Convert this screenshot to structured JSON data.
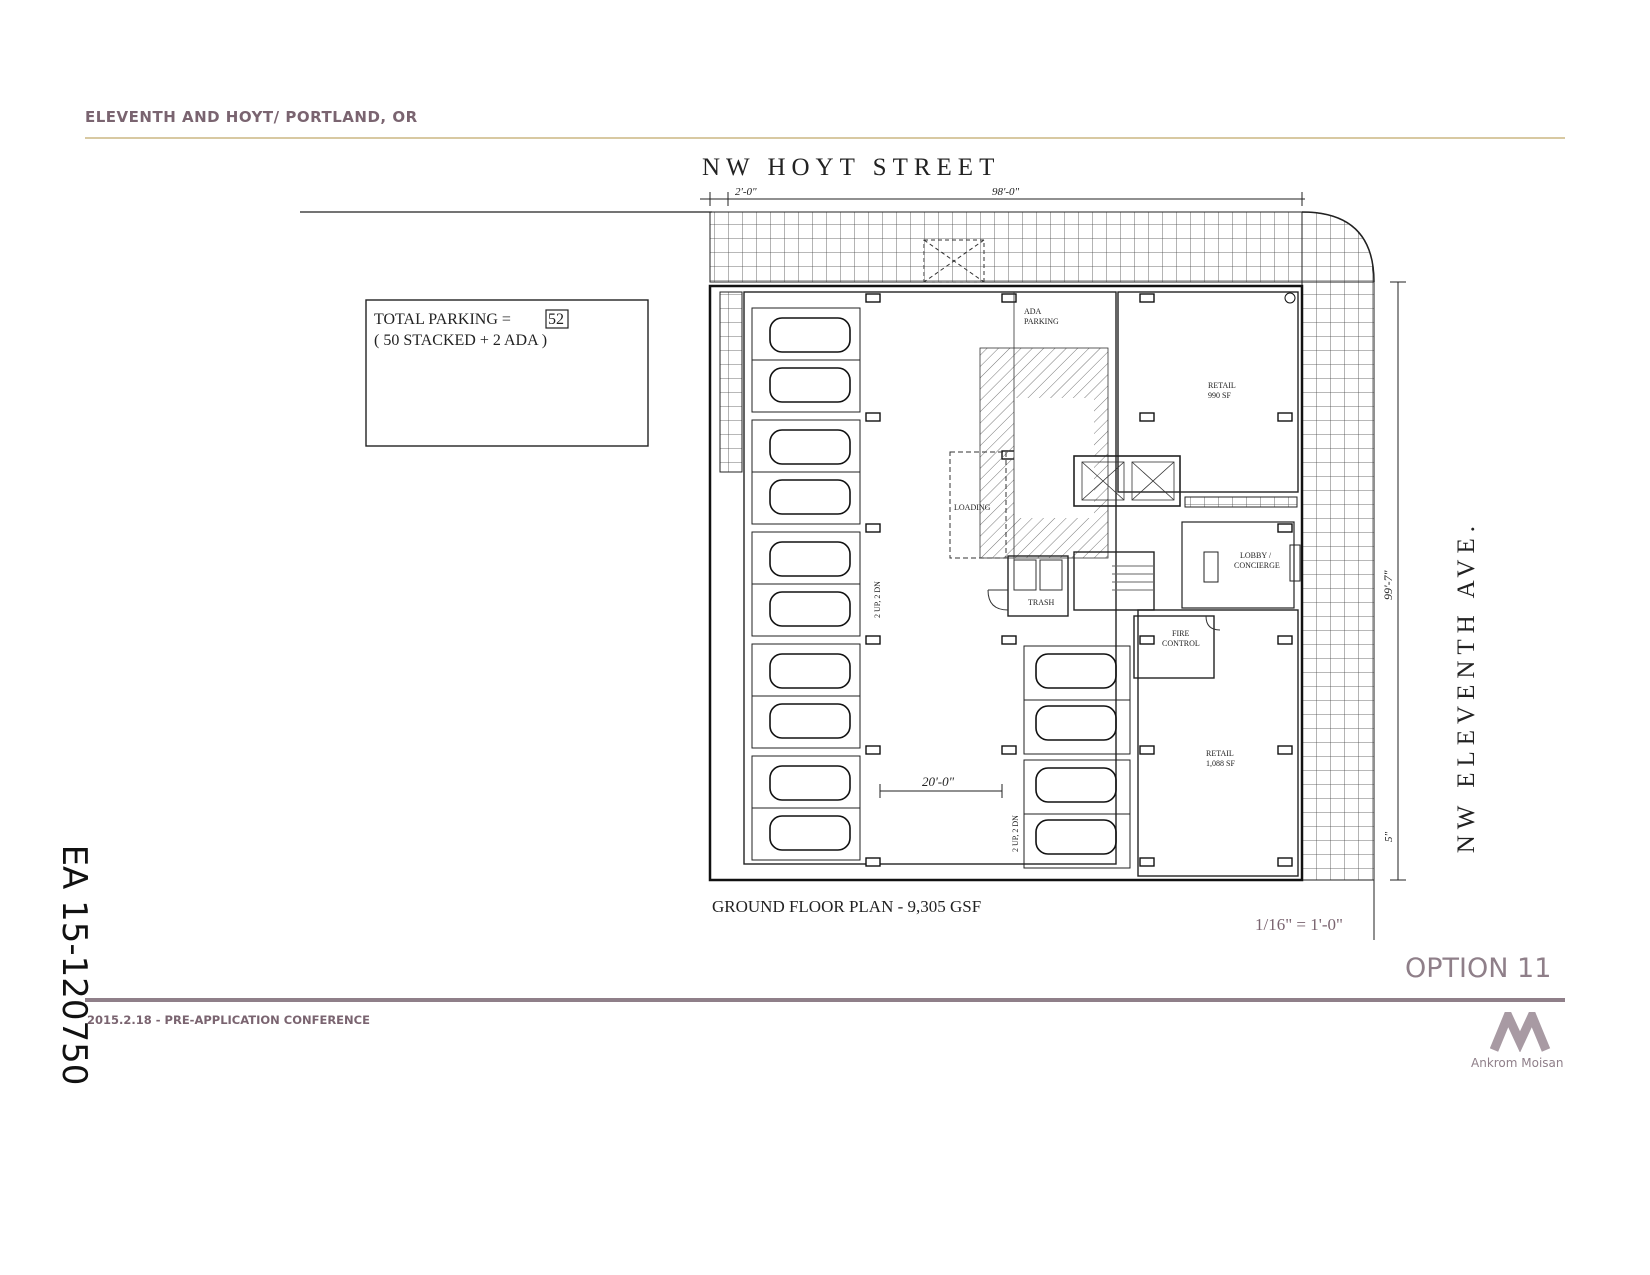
{
  "header": {
    "project": "ELEVENTH AND HOYT/ PORTLAND, OR"
  },
  "street_north": "NW   HOYT   STREET",
  "street_east": "NW  ELEVENTH  AVE.",
  "dimensions": {
    "sidewalk": "2'-0\"",
    "frontage": "98'-0\"",
    "depth": "99'-7\"",
    "setback": "5\"",
    "aisle": "20'-0\""
  },
  "parking_box": {
    "line1": "TOTAL  PARKING  =",
    "total": "52",
    "line2": "( 50 STACKED + 2 ADA )"
  },
  "rooms": {
    "ada_line1": "ADA",
    "ada_line2": "PARKING",
    "retail_north_name": "RETAIL",
    "retail_north_area": "990 SF",
    "loading": "LOADING",
    "lobby_line1": "LOBBY /",
    "lobby_line2": "CONCIERGE",
    "trash": "TRASH",
    "fire_line1": "FIRE",
    "fire_line2": "CONTROL",
    "retail_south_name": "RETAIL",
    "retail_south_area": "1,088 SF",
    "stack_note": "2 UP, 2 DN"
  },
  "plan_title": "GROUND  FLOOR  PLAN - 9,305 GSF",
  "scale": "1/16\" = 1'-0\"",
  "option": "OPTION 11",
  "footer": {
    "conference": "2015.2.18 - PRE-APPLICATION CONFERENCE",
    "firm": "Ankrom Moisan"
  },
  "file_number": "EA 15-120750",
  "colors": {
    "accent": "#8f7f89",
    "gold_rule": "#d8c9a2",
    "line": "#222222"
  }
}
